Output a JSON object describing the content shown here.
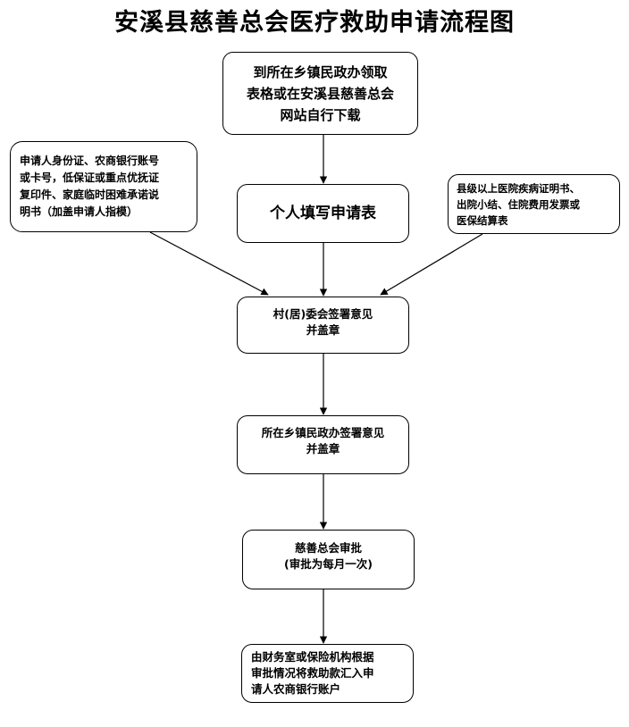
{
  "title": "安溪县慈善总会医疗救助申请流程图",
  "steps": [
    "到所在乡镇民政办领取\n表格或在安溪县慈善总会\n网站自行下载",
    "个人填写申请表",
    "村(居)委会签署意见\n并盖章",
    "所在乡镇民政办签署意见\n并盖章",
    "慈善总会审批\n(审批为每月一次)",
    "由财务室或保险机构根据\n审批情况将救助款汇入申\n请人农商银行账户"
  ],
  "left_note": "申请人身份证、农商银行账号\n或卡号，低保证或重点优抚证\n复印件、家庭临时困难承诺说\n明书（加盖申请人指模）",
  "right_note": "县级以上医院疾病证明书、\n出院小结、住院费用发票或\n医保结算表"
}
